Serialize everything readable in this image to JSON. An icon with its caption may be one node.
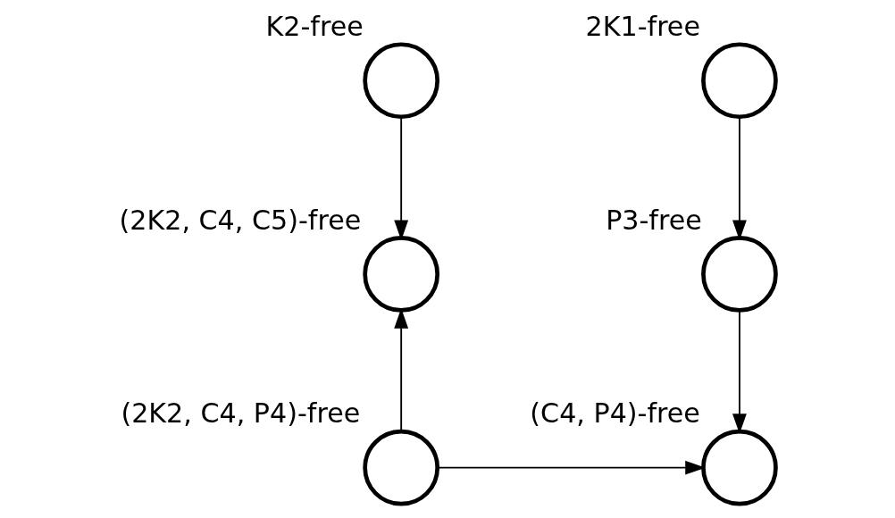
{
  "diagram": {
    "nodes": [
      {
        "text": [],
        "shape": "circle",
        "beside": [
          "K2-free"
        ]
      },
      {
        "text": [],
        "shape": "circle",
        "beside": [
          "2K1-free"
        ]
      },
      {
        "text": [],
        "shape": "circle",
        "beside": [
          "(2K2, C4, C5)-free"
        ]
      },
      {
        "text": [],
        "shape": "circle",
        "beside": [
          "P3-free"
        ]
      },
      {
        "text": [],
        "shape": "circle",
        "beside": [
          "(2K2, C4, P4)-free"
        ]
      },
      {
        "text": [],
        "shape": "circle",
        "beside": [
          "(C4, P4)-free"
        ]
      }
    ],
    "edges": [
      {
        "from": 0,
        "to": 2,
        "arrow": "to"
      },
      {
        "from": 1,
        "to": 3,
        "arrow": "to"
      },
      {
        "from": 4,
        "to": 2,
        "arrow": "to"
      },
      {
        "from": 3,
        "to": 5,
        "arrow": "to"
      },
      {
        "from": 4,
        "to": 5,
        "arrow": "to"
      }
    ]
  }
}
